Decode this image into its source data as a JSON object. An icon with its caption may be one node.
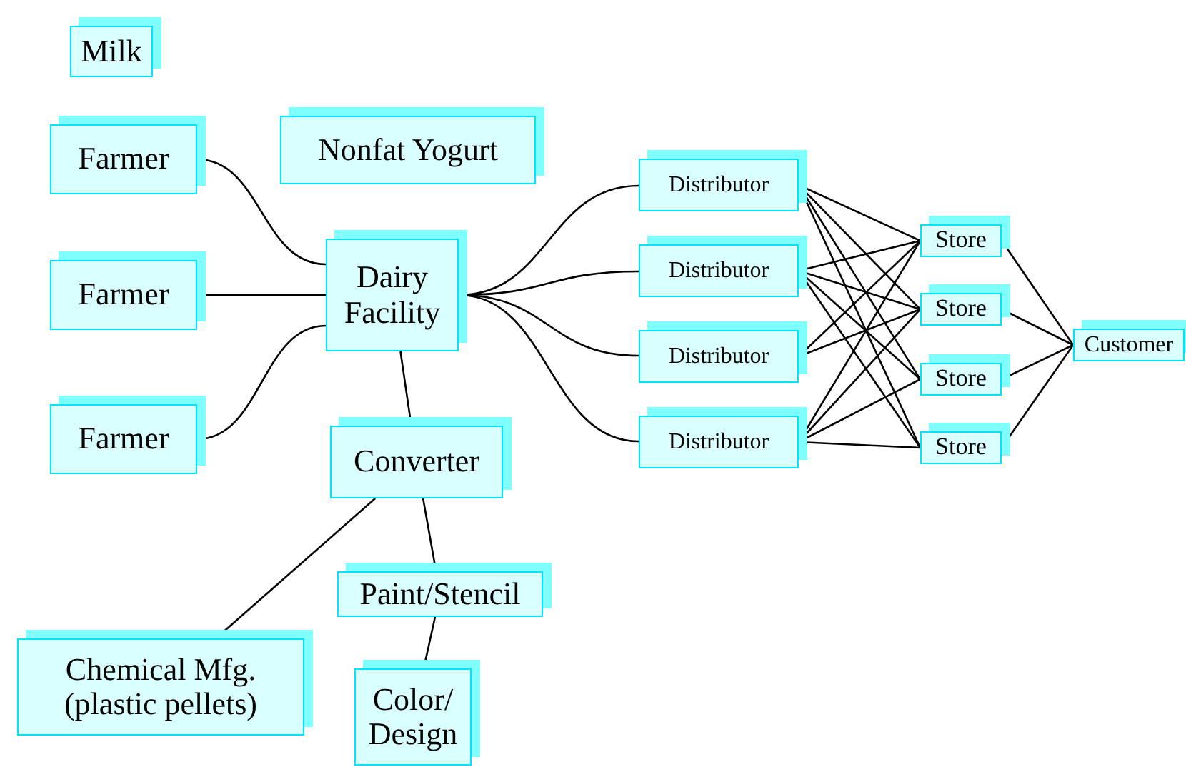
{
  "diagram": {
    "nodes": [
      {
        "text": [
          "Milk"
        ]
      },
      {
        "text": [
          "Farmer"
        ]
      },
      {
        "text": [
          "Nonfat Yogurt"
        ]
      },
      {
        "text": [
          "Farmer"
        ]
      },
      {
        "text": [
          "Dairy Facility"
        ]
      },
      {
        "text": [
          "Farmer"
        ]
      },
      {
        "text": [
          "Converter"
        ]
      },
      {
        "text": [
          "Paint/Stencil"
        ]
      },
      {
        "text": [
          "Chemical Mfg. (plastic pellets)"
        ]
      },
      {
        "text": [
          "Color/ Design"
        ]
      },
      {
        "text": [
          "Distributor"
        ]
      },
      {
        "text": [
          "Distributor"
        ]
      },
      {
        "text": [
          "Distributor"
        ]
      },
      {
        "text": [
          "Distributor"
        ]
      },
      {
        "text": [
          "Store"
        ]
      },
      {
        "text": [
          "Store"
        ]
      },
      {
        "text": [
          "Store"
        ]
      },
      {
        "text": [
          "Store"
        ]
      },
      {
        "text": [
          "Customer"
        ]
      }
    ],
    "edges": [
      {
        "from": 1,
        "to": 4,
        "arrow": "none"
      },
      {
        "from": 3,
        "to": 4,
        "arrow": "none"
      },
      {
        "from": 5,
        "to": 4,
        "arrow": "none"
      },
      {
        "from": 4,
        "to": 6,
        "arrow": "none"
      },
      {
        "from": 6,
        "to": 8,
        "arrow": "none"
      },
      {
        "from": 6,
        "to": 7,
        "arrow": "none"
      },
      {
        "from": 7,
        "to": 9,
        "arrow": "none"
      },
      {
        "from": 4,
        "to": 10,
        "arrow": "none"
      },
      {
        "from": 4,
        "to": 11,
        "arrow": "none"
      },
      {
        "from": 4,
        "to": 12,
        "arrow": "none"
      },
      {
        "from": 4,
        "to": 13,
        "arrow": "none"
      },
      {
        "from": 10,
        "to": 14,
        "arrow": "none"
      },
      {
        "from": 10,
        "to": 15,
        "arrow": "none"
      },
      {
        "from": 10,
        "to": 16,
        "arrow": "none"
      },
      {
        "from": 10,
        "to": 17,
        "arrow": "none"
      },
      {
        "from": 11,
        "to": 14,
        "arrow": "none"
      },
      {
        "from": 11,
        "to": 15,
        "arrow": "none"
      },
      {
        "from": 11,
        "to": 16,
        "arrow": "none"
      },
      {
        "from": 11,
        "to": 17,
        "arrow": "none"
      },
      {
        "from": 12,
        "to": 14,
        "arrow": "none"
      },
      {
        "from": 12,
        "to": 15,
        "arrow": "none"
      },
      {
        "from": 13,
        "to": 14,
        "arrow": "none"
      },
      {
        "from": 13,
        "to": 15,
        "arrow": "none"
      },
      {
        "from": 13,
        "to": 16,
        "arrow": "none"
      },
      {
        "from": 13,
        "to": 17,
        "arrow": "none"
      },
      {
        "from": 14,
        "to": 18,
        "arrow": "none"
      },
      {
        "from": 15,
        "to": 18,
        "arrow": "none"
      },
      {
        "from": 16,
        "to": 18,
        "arrow": "none"
      },
      {
        "from": 17,
        "to": 18,
        "arrow": "none"
      }
    ]
  }
}
